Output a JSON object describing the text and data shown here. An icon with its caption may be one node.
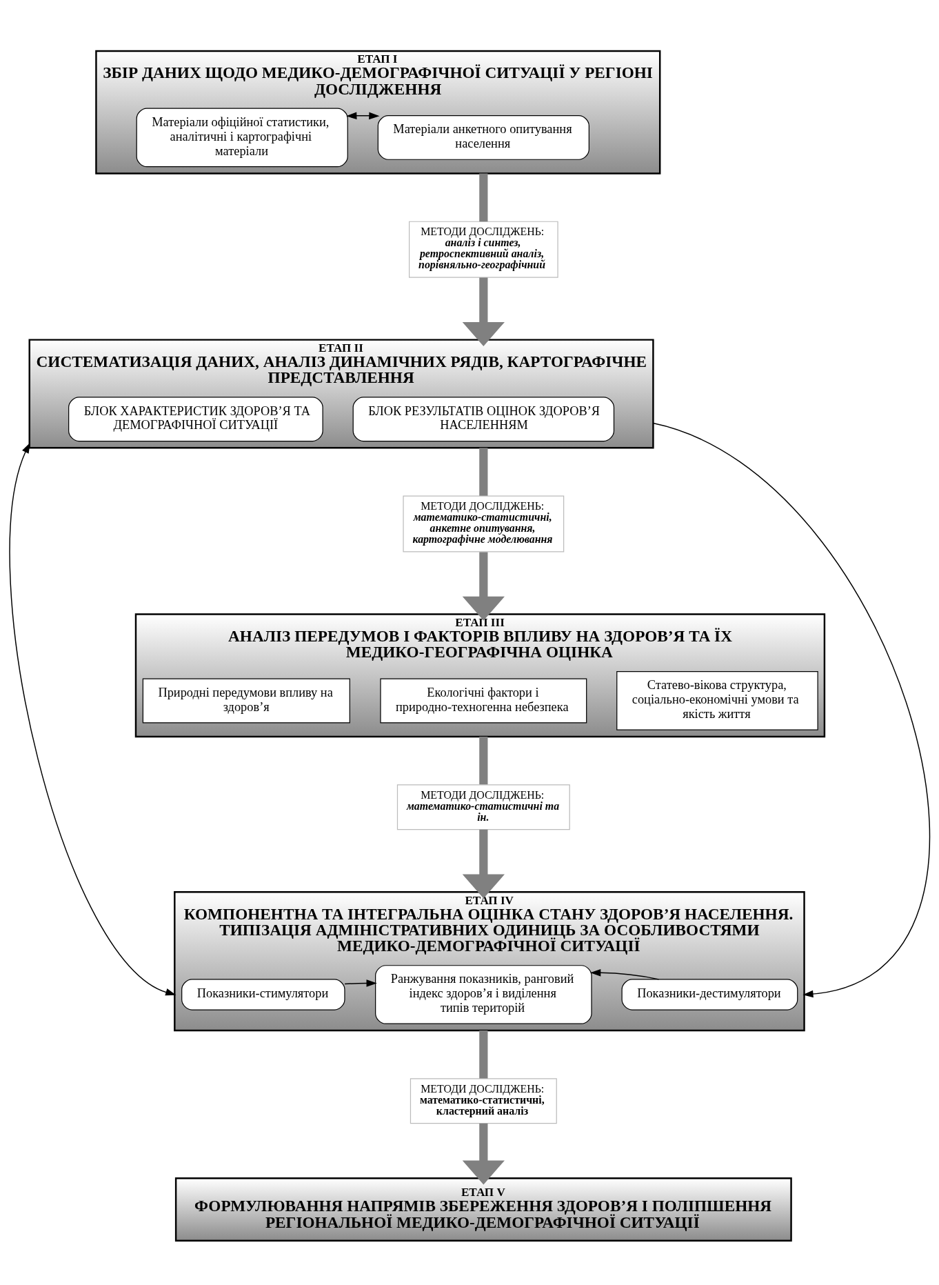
{
  "diagram": {
    "nodes": [
      {
        "text": [
          "ЕТАП І",
          "ЗБІР ДАНИХ ЩОДО МЕДИКО-ДЕМОГРАФІЧНОЇ СИТУАЦІЇ У РЕГІОНІ ДОСЛІДЖЕННЯ"
        ]
      },
      {
        "text": [
          "Матеріали офіційної статистики, аналітичні і картографічні матеріали"
        ],
        "in": 0
      },
      {
        "text": [
          "Матеріали анкетного опитування населення"
        ],
        "in": 0
      },
      {
        "text": [
          "МЕТОДИ ДОСЛІДЖЕНЬ:",
          "аналіз і синтез, ретроспективний аналіз, порівняльно-географічний"
        ]
      },
      {
        "text": [
          "ЕТАП ІІ",
          "СИСТЕМАТИЗАЦІЯ ДАНИХ, АНАЛІЗ ДИНАМІЧНИХ РЯДІВ, КАРТОГРАФІЧНЕ ПРЕДСТАВЛЕННЯ"
        ]
      },
      {
        "text": [
          "БЛОК ХАРАКТЕРИСТИК ЗДОРОВ’Я ТА ДЕМОГРАФІЧНОЇ СИТУАЦІЇ"
        ],
        "in": 4
      },
      {
        "text": [
          "БЛОК РЕЗУЛЬТАТІВ ОЦІНОК ЗДОРОВ’Я НАСЕЛЕННЯМ"
        ],
        "in": 4
      },
      {
        "text": [
          "МЕТОДИ ДОСЛІДЖЕНЬ:",
          "математико-статистичні, анкетне опитування, картографічне моделювання"
        ]
      },
      {
        "text": [
          "ЕТАП ІІІ",
          "АНАЛІЗ ПЕРЕДУМОВ І ФАКТОРІВ ВПЛИВУ НА ЗДОРОВ’Я ТА ЇХ МЕДИКО-ГЕОГРАФІЧНА ОЦІНКА"
        ]
      },
      {
        "text": [
          "Природні передумови впливу на здоров’я"
        ],
        "in": 8
      },
      {
        "text": [
          "Екологічні фактори і природно-техногенна небезпека"
        ],
        "in": 8
      },
      {
        "text": [
          "Статево-вікова структура, соціально-економічні умови та якість життя"
        ],
        "in": 8
      },
      {
        "text": [
          "МЕТОДИ ДОСЛІДЖЕНЬ:",
          "математико-статистичні та ін."
        ]
      },
      {
        "text": [
          "ЕТАП IV",
          "КОМПОНЕНТНА ТА ІНТЕГРАЛЬНА ОЦІНКА СТАНУ ЗДОРОВ’Я НАСЕЛЕННЯ. ТИПІЗАЦІЯ АДМІНІСТРАТИВНИХ ОДИНИЦЬ ЗА ОСОБЛИВОСТЯМИ МЕДИКО-ДЕМОГРАФІЧНОЇ СИТУАЦІЇ"
        ]
      },
      {
        "text": [
          "Показники-стимулятори"
        ],
        "in": 13
      },
      {
        "text": [
          "Ранжування показників, ранговий індекс здоров’я і виділення типів територій"
        ],
        "in": 13
      },
      {
        "text": [
          "Показники-дестимулятори"
        ],
        "in": 13
      },
      {
        "text": [
          "МЕТОДИ ДОСЛІДЖЕНЬ:",
          "математико-статистичні, кластерний аналіз"
        ]
      },
      {
        "text": [
          "ЕТАП V",
          "ФОРМУЛЮВАННЯ НАПРЯМІВ ЗБЕРЕЖЕННЯ ЗДОРОВ’Я І ПОЛІПШЕННЯ РЕГІОНАЛЬНОЇ МЕДИКО-ДЕМОГРАФІЧНОЇ СИТУАЦІЇ"
        ]
      }
    ],
    "edges": [
      {
        "from": 1,
        "to": 2,
        "arrow": "both",
        "color": "#000000"
      },
      {
        "from": 0,
        "to": 3,
        "arrow": "none"
      },
      {
        "from": 3,
        "to": 4,
        "arrow": "to"
      },
      {
        "from": 4,
        "to": 7,
        "arrow": "none"
      },
      {
        "from": 7,
        "to": 8,
        "arrow": "to"
      },
      {
        "from": 8,
        "to": 12,
        "arrow": "none"
      },
      {
        "from": 12,
        "to": 13,
        "arrow": "to"
      },
      {
        "from": 13,
        "to": 17,
        "arrow": "none"
      },
      {
        "from": 17,
        "to": 18,
        "arrow": "to"
      },
      {
        "from": 4,
        "to": 13,
        "arrow": "both",
        "color": "#000000"
      },
      {
        "from": 4,
        "to": 13,
        "arrow": "to",
        "color": "#000000"
      },
      {
        "from": 14,
        "to": 15,
        "arrow": "to",
        "color": "#000000"
      },
      {
        "from": 16,
        "to": 15,
        "arrow": "to",
        "color": "#000000"
      }
    ]
  }
}
